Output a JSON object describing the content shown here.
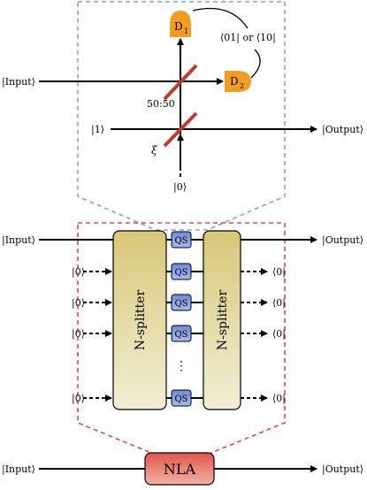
{
  "top": {
    "detector1": "D",
    "detector1_sub": "1",
    "detector2": "D",
    "detector2_sub": "2",
    "coincidence": "⟨01| or ⟨10|",
    "input": "|Input⟩",
    "output": "|Output⟩",
    "bs_ratio": "50:50",
    "ancilla_one": "|1⟩",
    "ancilla_zero": "|0⟩",
    "bs_param": "ξ"
  },
  "middle": {
    "input": "|Input⟩",
    "output": "|Output⟩",
    "splitter_left": "N-splitter",
    "splitter_right": "N-splitter",
    "qs_label": "QS",
    "vacuum_in": "|0⟩",
    "vacuum_out": "⟨0|",
    "ellipsis": "⋮"
  },
  "bottom": {
    "input": "|Input⟩",
    "output": "|Output⟩",
    "nla_label": "NLA"
  },
  "colors": {
    "blue_dash": "#7fa3d9",
    "red_dash": "#e8434b",
    "detector_orange": "#f39c22",
    "beamsplitter_red": "#c0392b",
    "qs_blue": "#7f97e0",
    "splitter_gold": "#dccf86",
    "nla_red": "#e36a5d"
  }
}
